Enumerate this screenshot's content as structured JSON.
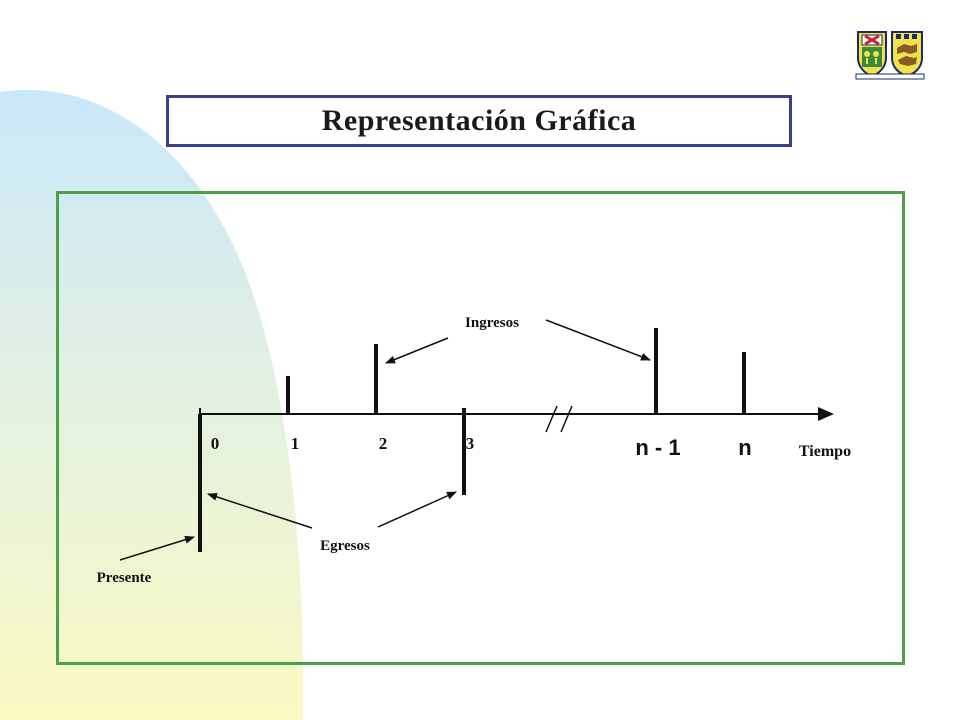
{
  "title": "Representación Gráfica",
  "diagram": {
    "axis_label": "Tiempo",
    "tick_labels": {
      "t0": "0",
      "t1": "1",
      "t2": "2",
      "t3": "3",
      "tn1": "n - 1",
      "tn": "n"
    },
    "annotations": {
      "income": "Ingresos",
      "expenses": "Egresos",
      "present": "Presente"
    }
  },
  "colors": {
    "title_border": "#3b3f8f",
    "frame_border": "#4ea04a",
    "background_gradient_top": "#c7e6f8",
    "background_gradient_bottom": "#fbf9c4",
    "line": "#111111"
  },
  "logo": {
    "icon": "university-crest-icon"
  }
}
